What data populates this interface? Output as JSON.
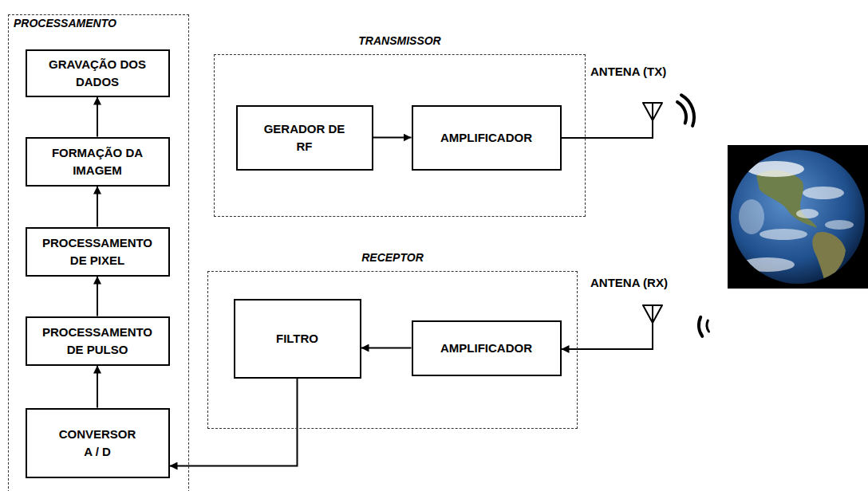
{
  "diagram": {
    "nodes": [
      {
        "text": [
          "PROCESSAMENTO"
        ]
      },
      {
        "text": [
          "GRAVAÇÃO DOS DADOS"
        ],
        "in": 0
      },
      {
        "text": [
          "FORMAÇÃO DA IMAGEM"
        ],
        "in": 0
      },
      {
        "text": [
          "PROCESSAMENTO DE PIXEL"
        ],
        "in": 0
      },
      {
        "text": [
          "PROCESSAMENTO DE PULSO"
        ],
        "in": 0
      },
      {
        "text": [
          "CONVERSOR A / D"
        ],
        "in": 0
      },
      {
        "text": [
          "TRANSMISSOR"
        ]
      },
      {
        "text": [
          "GERADOR DE RF"
        ],
        "in": 6
      },
      {
        "text": [
          "AMPLIFICADOR"
        ],
        "in": 6
      },
      {
        "text": [
          "ANTENA (TX)"
        ]
      },
      {
        "text": [
          "RECEPTOR"
        ]
      },
      {
        "text": [
          "FILTRO"
        ],
        "in": 10
      },
      {
        "text": [
          "AMPLIFICADOR"
        ],
        "in": 10
      },
      {
        "text": [
          "ANTENA (RX)"
        ]
      }
    ],
    "edges": [
      {
        "from": 5,
        "to": 4,
        "arrow": "to"
      },
      {
        "from": 4,
        "to": 3,
        "arrow": "to"
      },
      {
        "from": 3,
        "to": 2,
        "arrow": "to"
      },
      {
        "from": 2,
        "to": 1,
        "arrow": "to"
      },
      {
        "from": 7,
        "to": 8,
        "arrow": "to"
      },
      {
        "from": 8,
        "to": 9,
        "arrow": "none"
      },
      {
        "from": 13,
        "to": 12,
        "arrow": "to"
      },
      {
        "from": 12,
        "to": 11,
        "arrow": "to"
      },
      {
        "from": 11,
        "to": 5,
        "arrow": "to"
      }
    ]
  }
}
